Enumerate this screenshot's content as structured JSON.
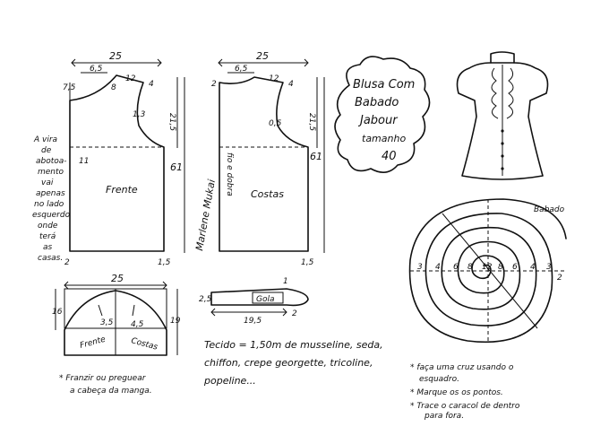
{
  "front": {
    "label": "Frente",
    "width_top": "25",
    "neck_width": "6,5",
    "shoulder": "12",
    "drop_left": "7,5",
    "neck_depth": "8",
    "shoulder_drop": "4",
    "armhole_depth": "21,5",
    "total_length": "61",
    "armhole_curve": "1,3",
    "side_mark": "11",
    "hem_left": "2",
    "hem_right": "1,5"
  },
  "front_note": [
    "A vira",
    "de",
    "abotoa-",
    "mento",
    "vai",
    "apenas",
    "no lado",
    "esquerdo",
    "onde",
    "terá",
    "as",
    "casas."
  ],
  "back": {
    "label": "Costas",
    "width_top": "25",
    "neck_width": "6,5",
    "neck_depth": "2",
    "shoulder": "12",
    "shoulder_drop": "4",
    "armhole_depth": "21,5",
    "total_length": "61",
    "armhole_curve": "0,5",
    "fold": "fio e dobra",
    "hem_right": "1,5"
  },
  "signature": "Marlene Mukai",
  "sleeve": {
    "width": "25",
    "height_left": "16",
    "height_right": "19",
    "front_curve": "3,5",
    "back_curve": "4,5",
    "front_label": "Frente",
    "back_label": "Costas"
  },
  "sleeve_note": [
    "* Franzir ou preguear",
    "a cabeça da manga."
  ],
  "collar": {
    "label": "Gola",
    "height_left": "2,5",
    "height_right": "1",
    "length": "19,5",
    "end_mark": "2"
  },
  "fabric_note": [
    "Tecido = 1,50m  de musseline, seda,",
    "chiffon, crepe georgette, tricoline,",
    "popeline..."
  ],
  "title_cloud": [
    "Blusa Com",
    "Babado",
    "Jabour",
    "tamanho",
    "40"
  ],
  "ruffle": {
    "label": "Babado",
    "marks": [
      "3",
      "4",
      "6",
      "8",
      "12",
      "8",
      "6",
      "4",
      "3",
      "2"
    ]
  },
  "ruffle_note": [
    "* faça uma cruz usando o",
    "esquadro.",
    "* Marque os os pontos.",
    "* Trace o caracol de dentro",
    "para fora."
  ]
}
